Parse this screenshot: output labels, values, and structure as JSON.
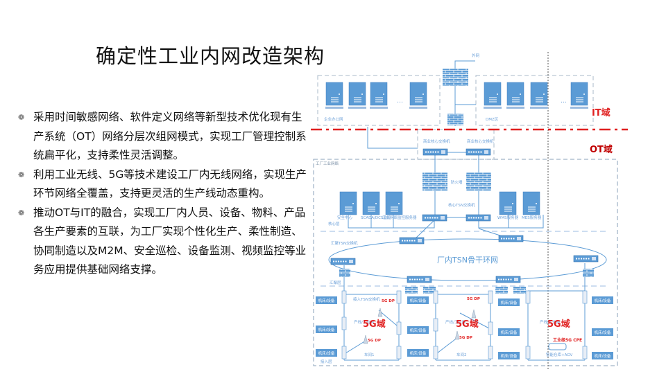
{
  "title": "确定性工业内网改造架构",
  "bullets": [
    "采用时间敏感网络、软件定义网络等新型技术优化现有生产系统（OT）网络分层次组网模式，实现工厂管理控制系统扁平化，支持柔性灵活调整。",
    "利用工业无线、5G等技术建设工厂内无线网络，实现生产环节网络全覆盖，支持更灵活的生产线动态重构。",
    "推动OT与IT的融合，实现工厂内人员、设备、物料、产品各生产要素的互联，为工厂实现个性化生产、柔性制造、协同制造以及M2M、安全巡检、设备监测、视频监控等业务应用提供基础网络支撑。"
  ],
  "diagram": {
    "external_net": "外网",
    "office_net": "企业办公网",
    "dmz": "DMZ区",
    "ellipsis": "…",
    "it_domain": "IT域",
    "ot_domain": "OT域",
    "biz_core_switch_1": "商业核心交换机",
    "biz_core_switch_2": "商业核心交换机",
    "factory_net": "工厂工业网络",
    "firewall": "防火墙",
    "core_tsn_switch": "核心TSN交换机",
    "servers_left": [
      "安全中心",
      "SCADA/DCS监控",
      "工业网络监控服务器"
    ],
    "servers_right": [
      "WMS服务器",
      "MES服务器"
    ],
    "core_layer": "核心层",
    "ring": "厂内TSN骨干环网",
    "agg_tsn_switch": "汇聚TSN交换机",
    "agg_layer": "汇聚层",
    "access_tsn_switch": "接入TSN交换机",
    "access_layer": "接入层",
    "equipment": "机床/设备",
    "fiveg_dp": "5G DP",
    "fiveg_domain": "5G域",
    "line_label": "产线/工位网",
    "workshop1": "车间1",
    "workshop2": "车间2",
    "cpe": "工业级5G CPE",
    "agv": "智能仓库+AGV"
  },
  "colors": {
    "accent": "#5b9bd5",
    "red": "#e02020",
    "dark_red": "#c00000"
  }
}
